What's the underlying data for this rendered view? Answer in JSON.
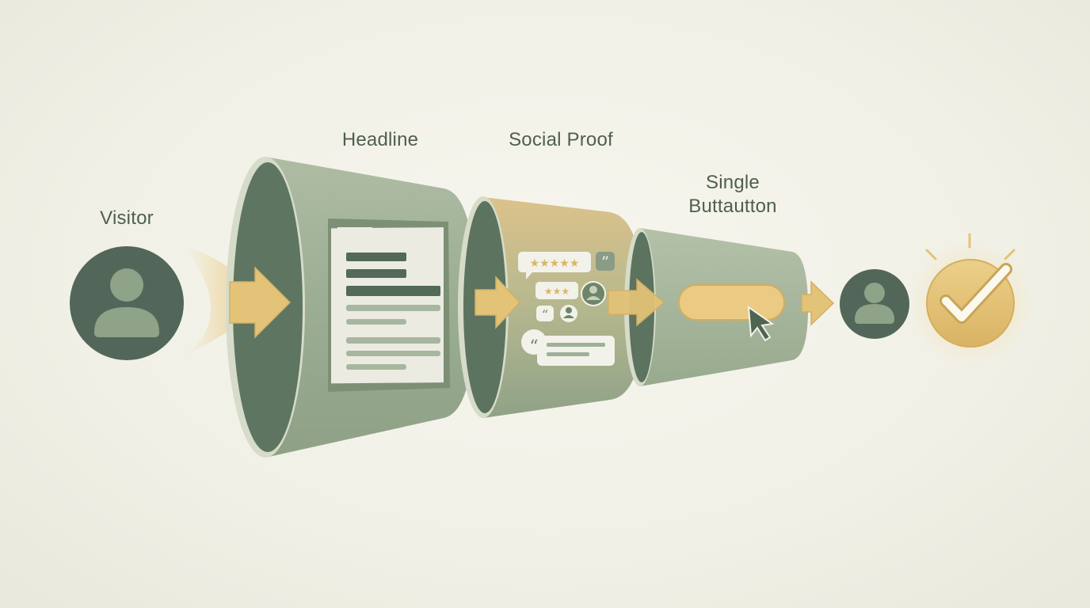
{
  "stages": {
    "visitor": {
      "label": "Visitor",
      "icon": "person-icon"
    },
    "headline": {
      "label": "Headline",
      "icon": "document-icon"
    },
    "social_proof": {
      "label": "Social Proof",
      "icon": "reviews-icon"
    },
    "single_button": {
      "label_line1": "Single",
      "label_line2": "Buttautton",
      "icon": "button-cursor-icon"
    },
    "converted": {
      "icon": "person-icon"
    },
    "success": {
      "icon": "checkmark-icon"
    }
  },
  "colors": {
    "dark_green": "#4f6552",
    "sage": "#98ab8f",
    "light_sage": "#b5c2ab",
    "gold": "#e2c377",
    "gold_dark": "#c9a455",
    "text": "#4e5f4e",
    "background": "#f3f2e9"
  }
}
